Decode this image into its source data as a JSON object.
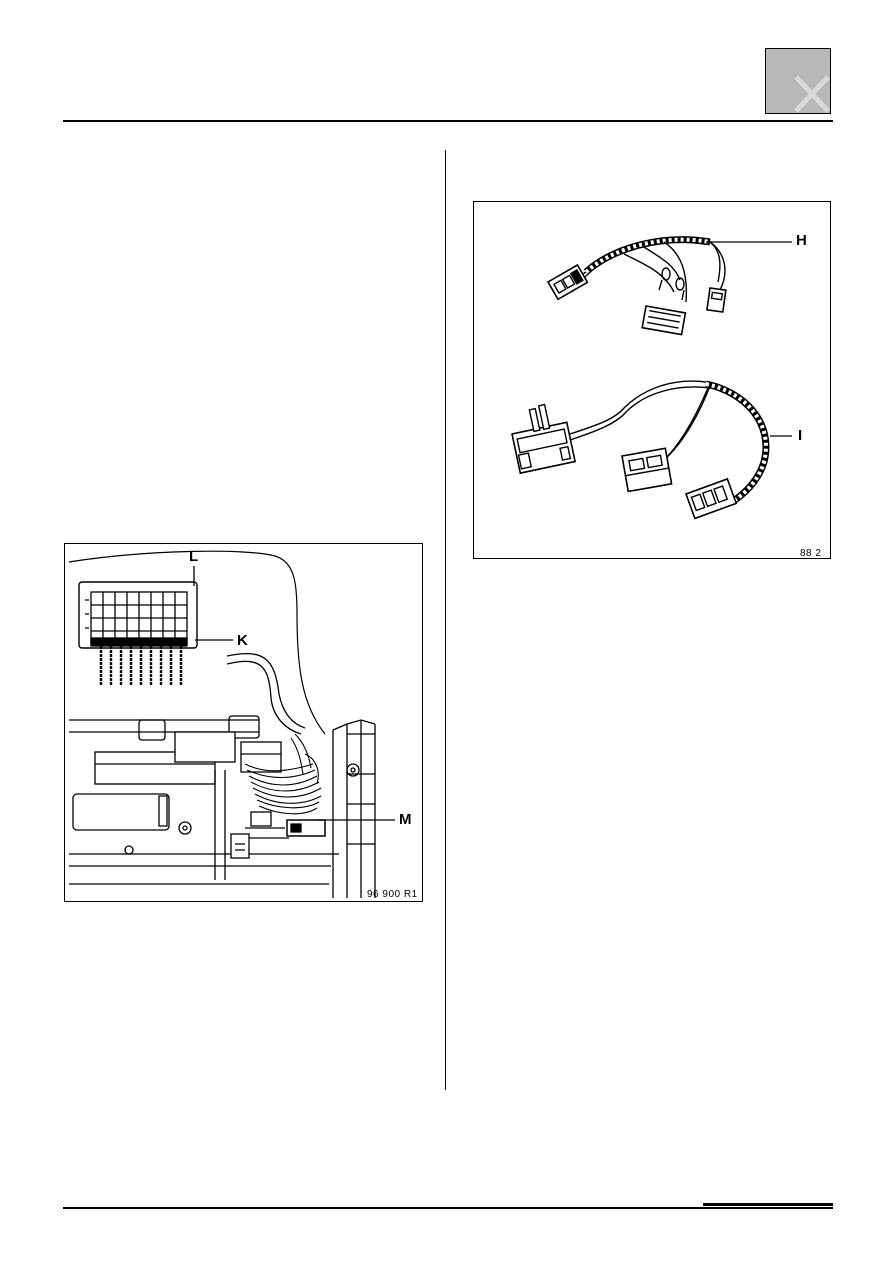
{
  "figures": {
    "harness": {
      "callouts": {
        "h": "H",
        "i": "I"
      },
      "ref": "88 2"
    },
    "seat": {
      "callouts": {
        "l": "L",
        "k": "K",
        "m": "M"
      },
      "ref": "96 900 R1"
    }
  }
}
